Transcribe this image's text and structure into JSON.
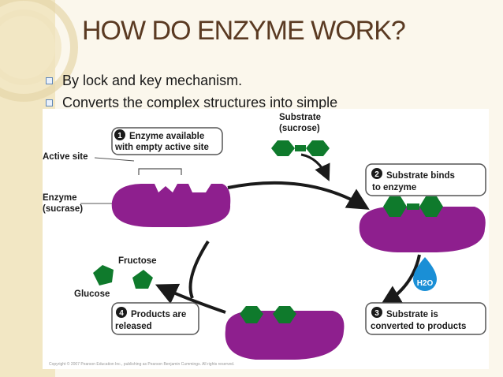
{
  "title": "HOW DO ENZYME WORK?",
  "bullets": [
    "By lock and key mechanism.",
    "Converts the complex structures into simple"
  ],
  "figure": {
    "active_site": "Active site",
    "enzyme": "Enzyme",
    "sucrase": "(sucrase)",
    "substrate": "Substrate",
    "sucrose": "(sucrose)",
    "fructose": "Fructose",
    "glucose": "Glucose",
    "water": "H2O",
    "copyright": "Copyright © 2007 Pearson Education Inc., publishing as Pearson Benjamin Cummings. All rights reserved.",
    "steps": [
      {
        "number": "1",
        "line1": "Enzyme available",
        "line2": "with empty active site"
      },
      {
        "number": "2",
        "line1": "Substrate binds",
        "line2": "to enzyme"
      },
      {
        "number": "3",
        "line1": "Substrate is",
        "line2": "converted to products"
      },
      {
        "number": "4",
        "line1": "Products are",
        "line2": "released"
      }
    ]
  },
  "colors": {
    "title": "#5a3a22",
    "enzyme": "#8e1f8e",
    "molecule": "#0f7a2c",
    "water": "#1a8fd6",
    "side_panel": "#f2e7c4"
  }
}
